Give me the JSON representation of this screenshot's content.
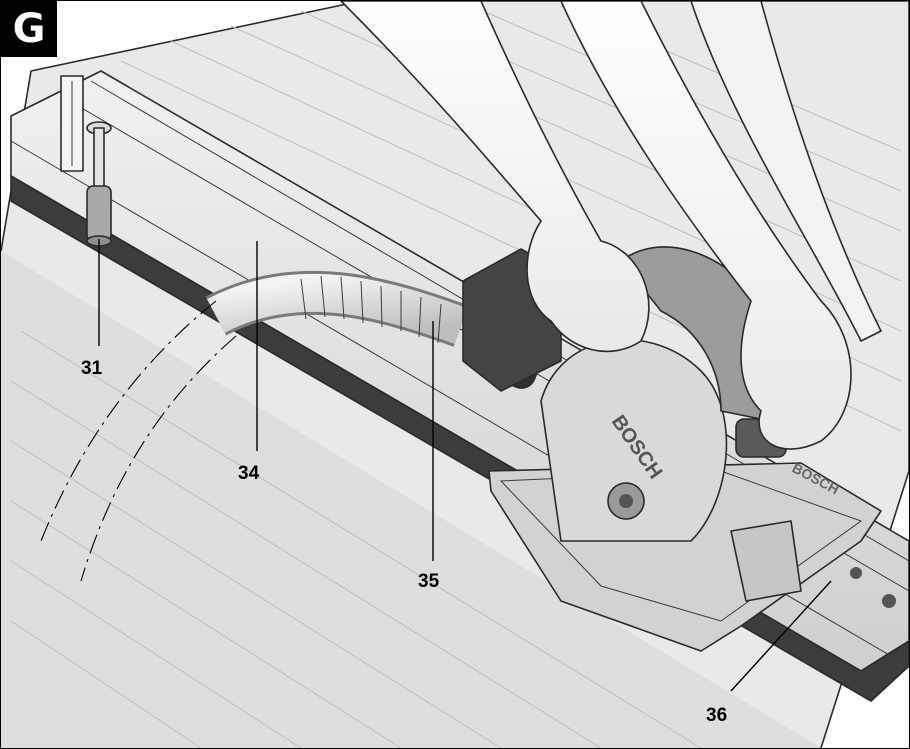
{
  "figure": {
    "label": "G"
  },
  "callouts": [
    {
      "id": "31",
      "label": "31"
    },
    {
      "id": "34",
      "label": "34"
    },
    {
      "id": "35",
      "label": "35"
    },
    {
      "id": "36",
      "label": "36"
    }
  ],
  "saw": {
    "brand": "BOSCH",
    "rail_brand": "BOSCH"
  },
  "colors": {
    "ink": "#000000",
    "wood": "#e6e6e6",
    "metal": "#cfcfcf",
    "dark": "#3c3c3c"
  }
}
